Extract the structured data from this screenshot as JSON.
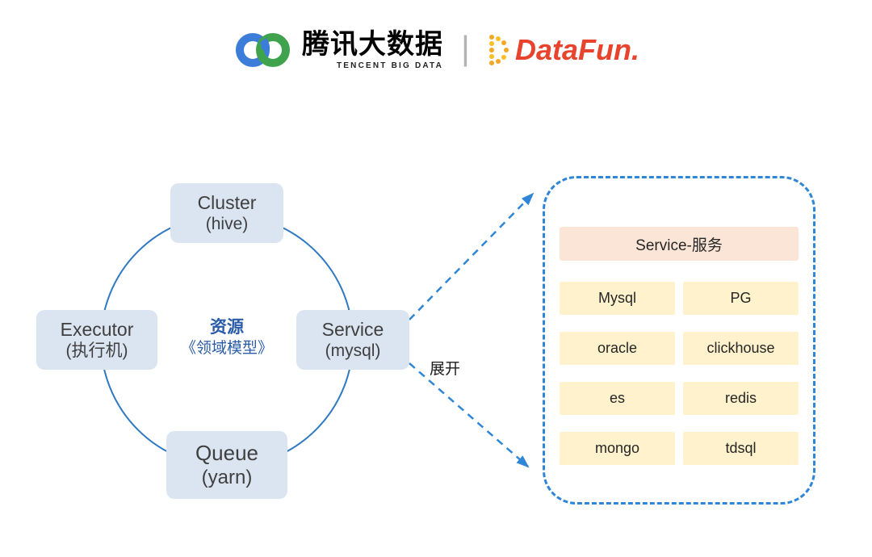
{
  "logo": {
    "tencent_title": "腾讯大数据",
    "tencent_subtitle": "TENCENT BIG DATA",
    "separator": "|",
    "datafun_text": "DataFun."
  },
  "diagram": {
    "nodes": {
      "cluster": {
        "line1": "Cluster",
        "line2": "(hive)"
      },
      "executor": {
        "line1": "Executor",
        "line2": "(执行机)"
      },
      "service": {
        "line1": "Service",
        "line2": "(mysql)"
      },
      "queue": {
        "line1": "Queue",
        "line2": "(yarn)"
      }
    },
    "center": {
      "title": "资源",
      "subtitle": "《领域模型》"
    },
    "expand_label": "展开"
  },
  "panel": {
    "title": "Service-服务",
    "rows": [
      [
        "Mysql",
        "PG"
      ],
      [
        "oracle",
        "clickhouse"
      ],
      [
        "es",
        "redis"
      ],
      [
        "mongo",
        "tdsql"
      ]
    ]
  },
  "colors": {
    "node_bg": "#dbe5f1",
    "orbit_stroke": "#2e79c2",
    "dashed_accent": "#2f86d6",
    "center_text": "#2a5ca8",
    "panel_title_bg": "#fbe5d6",
    "panel_cell_bg": "#fff2cc",
    "tencent_blue": "#3b7dd8",
    "tencent_green": "#3fa34d",
    "datafun_red": "#e8432d",
    "datafun_yellow": "#f5a623"
  }
}
